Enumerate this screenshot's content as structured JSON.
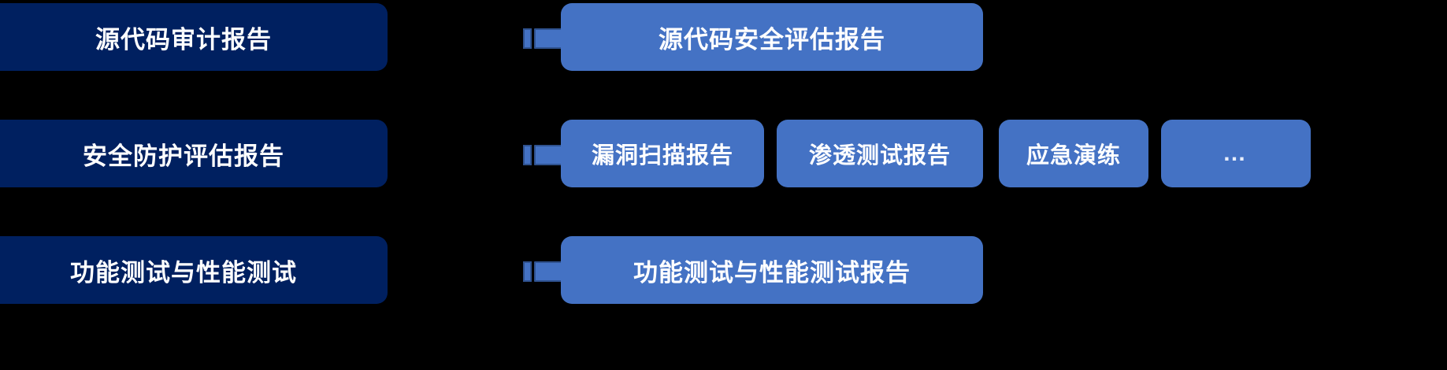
{
  "theme": {
    "background": "#000000",
    "source_box_color": "#002060",
    "output_box_color": "#4472C4",
    "arrow_color": "#4472C4",
    "arrow_outline_color": "#2F528F",
    "text_color": "#FFFFFF"
  },
  "diagram": {
    "type": "mapping-flow",
    "rows": [
      {
        "id": "row-source-code-audit",
        "source": {
          "label": "源代码审计报告"
        },
        "arrow": {
          "icon": "right-arrow-icon",
          "direction": "right"
        },
        "outputs": [
          {
            "label": "源代码安全评估报告",
            "kind": "wide"
          }
        ]
      },
      {
        "id": "row-security-protection",
        "source": {
          "label": "安全防护评估报告"
        },
        "arrow": {
          "icon": "right-arrow-icon",
          "direction": "right"
        },
        "outputs": [
          {
            "label": "漏洞扫描报告",
            "kind": "chip"
          },
          {
            "label": "渗透测试报告",
            "kind": "chip"
          },
          {
            "label": "应急演练",
            "kind": "chip"
          },
          {
            "label": "…",
            "kind": "ellipsis"
          }
        ]
      },
      {
        "id": "row-function-performance",
        "source": {
          "label": "功能测试与性能测试"
        },
        "arrow": {
          "icon": "right-arrow-icon",
          "direction": "right"
        },
        "outputs": [
          {
            "label": "功能测试与性能测试报告",
            "kind": "wide"
          }
        ]
      }
    ]
  }
}
